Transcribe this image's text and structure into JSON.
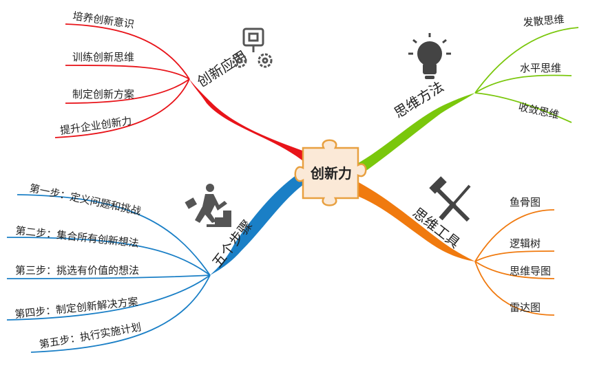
{
  "center": {
    "label": "创新力"
  },
  "colors": {
    "red": "#e8141a",
    "green": "#7ac70c",
    "orange": "#f07a0f",
    "blue": "#1a7fc6",
    "center_fill": "#fbe9d7",
    "center_border": "#e8a040"
  },
  "branches": {
    "application": {
      "label": "创新应用",
      "icon": "gears-robot-icon",
      "items": [
        "培养创新意识",
        "训练创新思维",
        "制定创新方案",
        "提升企业创新力"
      ]
    },
    "methods": {
      "label": "思维方法",
      "icon": "lightbulb-icon",
      "items": [
        "发散思维",
        "水平思维",
        "收敛思维"
      ]
    },
    "tools": {
      "label": "思维工具",
      "icon": "hammer-screwdriver-icon",
      "items": [
        "鱼骨图",
        "逻辑树",
        "思维导图",
        "雷达图"
      ]
    },
    "steps": {
      "label": "五个步骤",
      "icon": "running-stairs-icon",
      "items": [
        "第一步：定义问题和挑战",
        "第二步：集合所有创新想法",
        "第三步：挑选有价值的想法",
        "第四步：制定创新解决方案",
        "第五步：执行实施计划"
      ]
    }
  }
}
